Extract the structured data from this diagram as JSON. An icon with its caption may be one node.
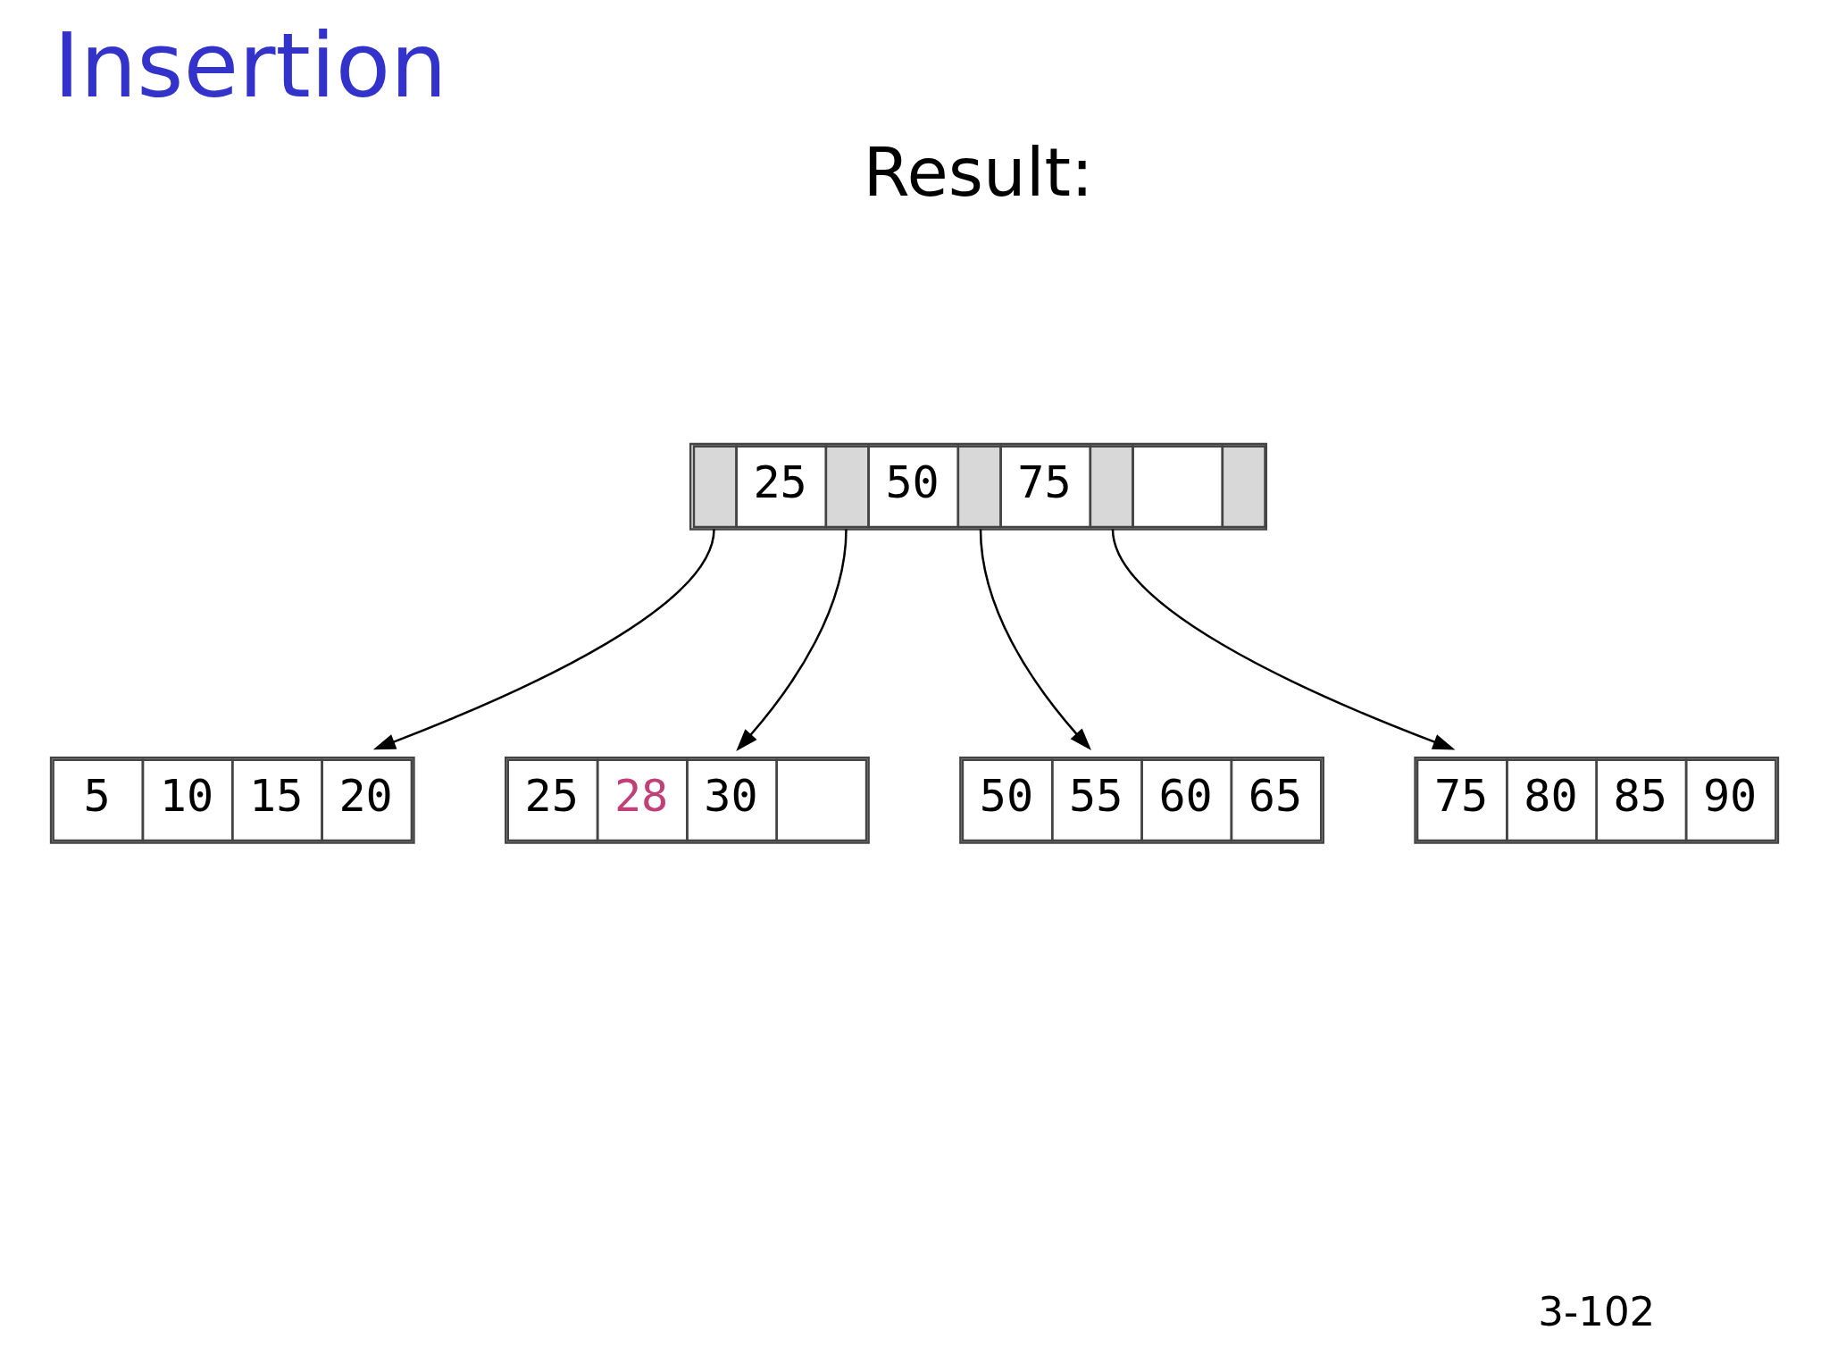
{
  "diagram": {
    "title": "Insertion",
    "nodes": [
      {
        "text": [
          "25",
          "50",
          "75"
        ]
      },
      {
        "text": [
          "5",
          "10",
          "15",
          "20"
        ]
      },
      {
        "text": [
          "25",
          "28",
          "30"
        ]
      },
      {
        "text": [
          "50",
          "55",
          "60",
          "65"
        ]
      },
      {
        "text": [
          "75",
          "80",
          "85",
          "90"
        ]
      }
    ],
    "edges": [
      {
        "from": 0,
        "to": 1,
        "arrow": "to"
      },
      {
        "from": 0,
        "to": 2,
        "arrow": "to"
      },
      {
        "from": 0,
        "to": 3,
        "arrow": "to"
      },
      {
        "from": 0,
        "to": 4,
        "arrow": "to"
      }
    ],
    "labels": [
      "Result:",
      "3-102"
    ]
  }
}
